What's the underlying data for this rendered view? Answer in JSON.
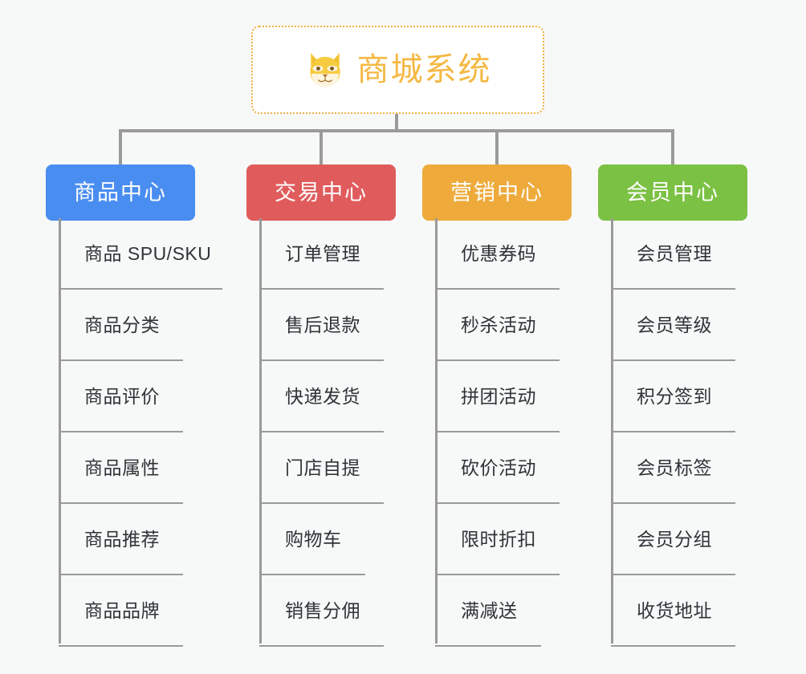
{
  "page": {
    "background": "#f7f8f8",
    "line_color": "#9a9a9a",
    "leaf_text_color": "#2f3438"
  },
  "root": {
    "title": "商城系统",
    "icon": "shiba-dog-icon",
    "border_color": "#f0b041",
    "text_color": "#f5b843",
    "background": "#ffffff"
  },
  "branches": [
    {
      "title": "商品中心",
      "color": "#4a8df0",
      "items": [
        "商品 SPU/SKU",
        "商品分类",
        "商品评价",
        "商品属性",
        "商品推荐",
        "商品品牌"
      ]
    },
    {
      "title": "交易中心",
      "color": "#e05c5c",
      "items": [
        "订单管理",
        "售后退款",
        "快递发货",
        "门店自提",
        "购物车",
        "销售分佣"
      ]
    },
    {
      "title": "营销中心",
      "color": "#eeab3c",
      "items": [
        "优惠券码",
        "秒杀活动",
        "拼团活动",
        "砍价活动",
        "限时折扣",
        "满减送"
      ]
    },
    {
      "title": "会员中心",
      "color": "#7bc144",
      "items": [
        "会员管理",
        "会员等级",
        "积分签到",
        "会员标签",
        "会员分组",
        "收货地址"
      ]
    }
  ]
}
